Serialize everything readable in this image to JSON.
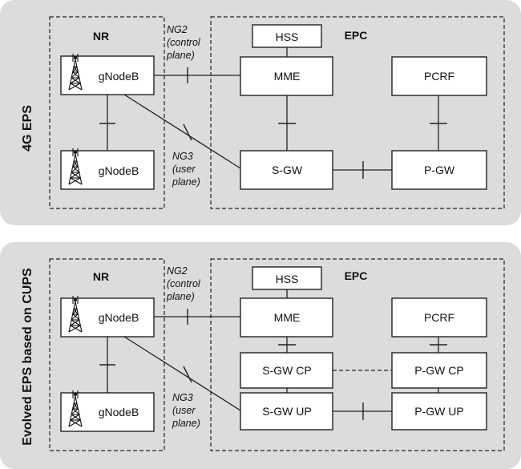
{
  "panels": [
    {
      "side_label": "4G EPS",
      "nr_label": "NR",
      "epc_label": "EPC",
      "gnb_top": "gNodeB",
      "gnb_bottom": "gNodeB",
      "hss": "HSS",
      "mme": "MME",
      "pcrf": "PCRF",
      "sgw": "S-GW",
      "pgw": "P-GW",
      "ng2": [
        "NG2",
        "(control",
        "plane)"
      ],
      "ng3": [
        "NG3",
        "(user",
        "plane)"
      ]
    },
    {
      "side_label": "Evolved EPS based on CUPS",
      "nr_label": "NR",
      "epc_label": "EPC",
      "gnb_top": "gNodeB",
      "gnb_bottom": "gNodeB",
      "hss": "HSS",
      "mme": "MME",
      "pcrf": "PCRF",
      "sgw_cp": "S-GW CP",
      "pgw_cp": "P-GW CP",
      "sgw_up": "S-GW UP",
      "pgw_up": "P-GW UP",
      "ng2": [
        "NG2",
        "(control",
        "plane)"
      ],
      "ng3": [
        "NG3",
        "(user",
        "plane)"
      ]
    }
  ]
}
